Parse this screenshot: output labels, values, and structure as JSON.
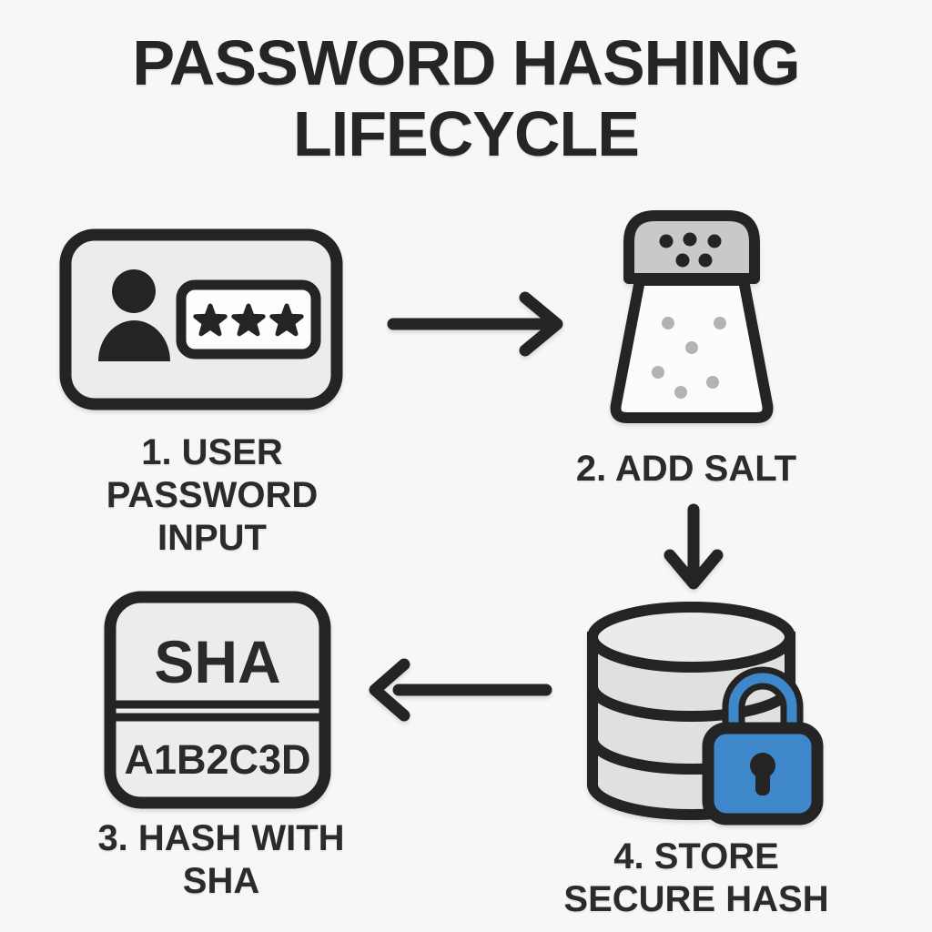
{
  "title": {
    "lines": [
      "PASSWORD HASHING",
      "LIFECYCLE"
    ]
  },
  "steps": [
    {
      "id": 1,
      "icon": "user-password-card-icon",
      "label_lines": [
        "1. USER",
        "PASSWORD",
        "INPUT"
      ],
      "password_mask_stars": 3
    },
    {
      "id": 2,
      "icon": "salt-shaker-icon",
      "label_lines": [
        "2. ADD SALT"
      ]
    },
    {
      "id": 3,
      "icon": "sha-hash-box-icon",
      "label_lines": [
        "3. HASH WITH",
        "SHA"
      ],
      "box_text": {
        "algorithm": "SHA",
        "hash_value": "A1B2C3D"
      }
    },
    {
      "id": 4,
      "icon": "database-lock-icon",
      "label_lines": [
        "4. STORE",
        "SECURE HASH"
      ]
    }
  ],
  "flow": {
    "arrows": [
      "arrow-step1-to-step2-right",
      "arrow-step2-to-step4-down",
      "arrow-step4-to-step3-left"
    ]
  },
  "colors": {
    "background": "#f8f7f5",
    "ink": "#242424",
    "panel_fill": "#ececec",
    "field_white": "#fdfdfd",
    "cap_gray": "#c9c9c9",
    "salt_dot_gray": "#b3b3b3",
    "db_fill": "#e0e0e0",
    "db_top_fill": "#ebebeb",
    "lock_blue": "#3e87ca"
  }
}
